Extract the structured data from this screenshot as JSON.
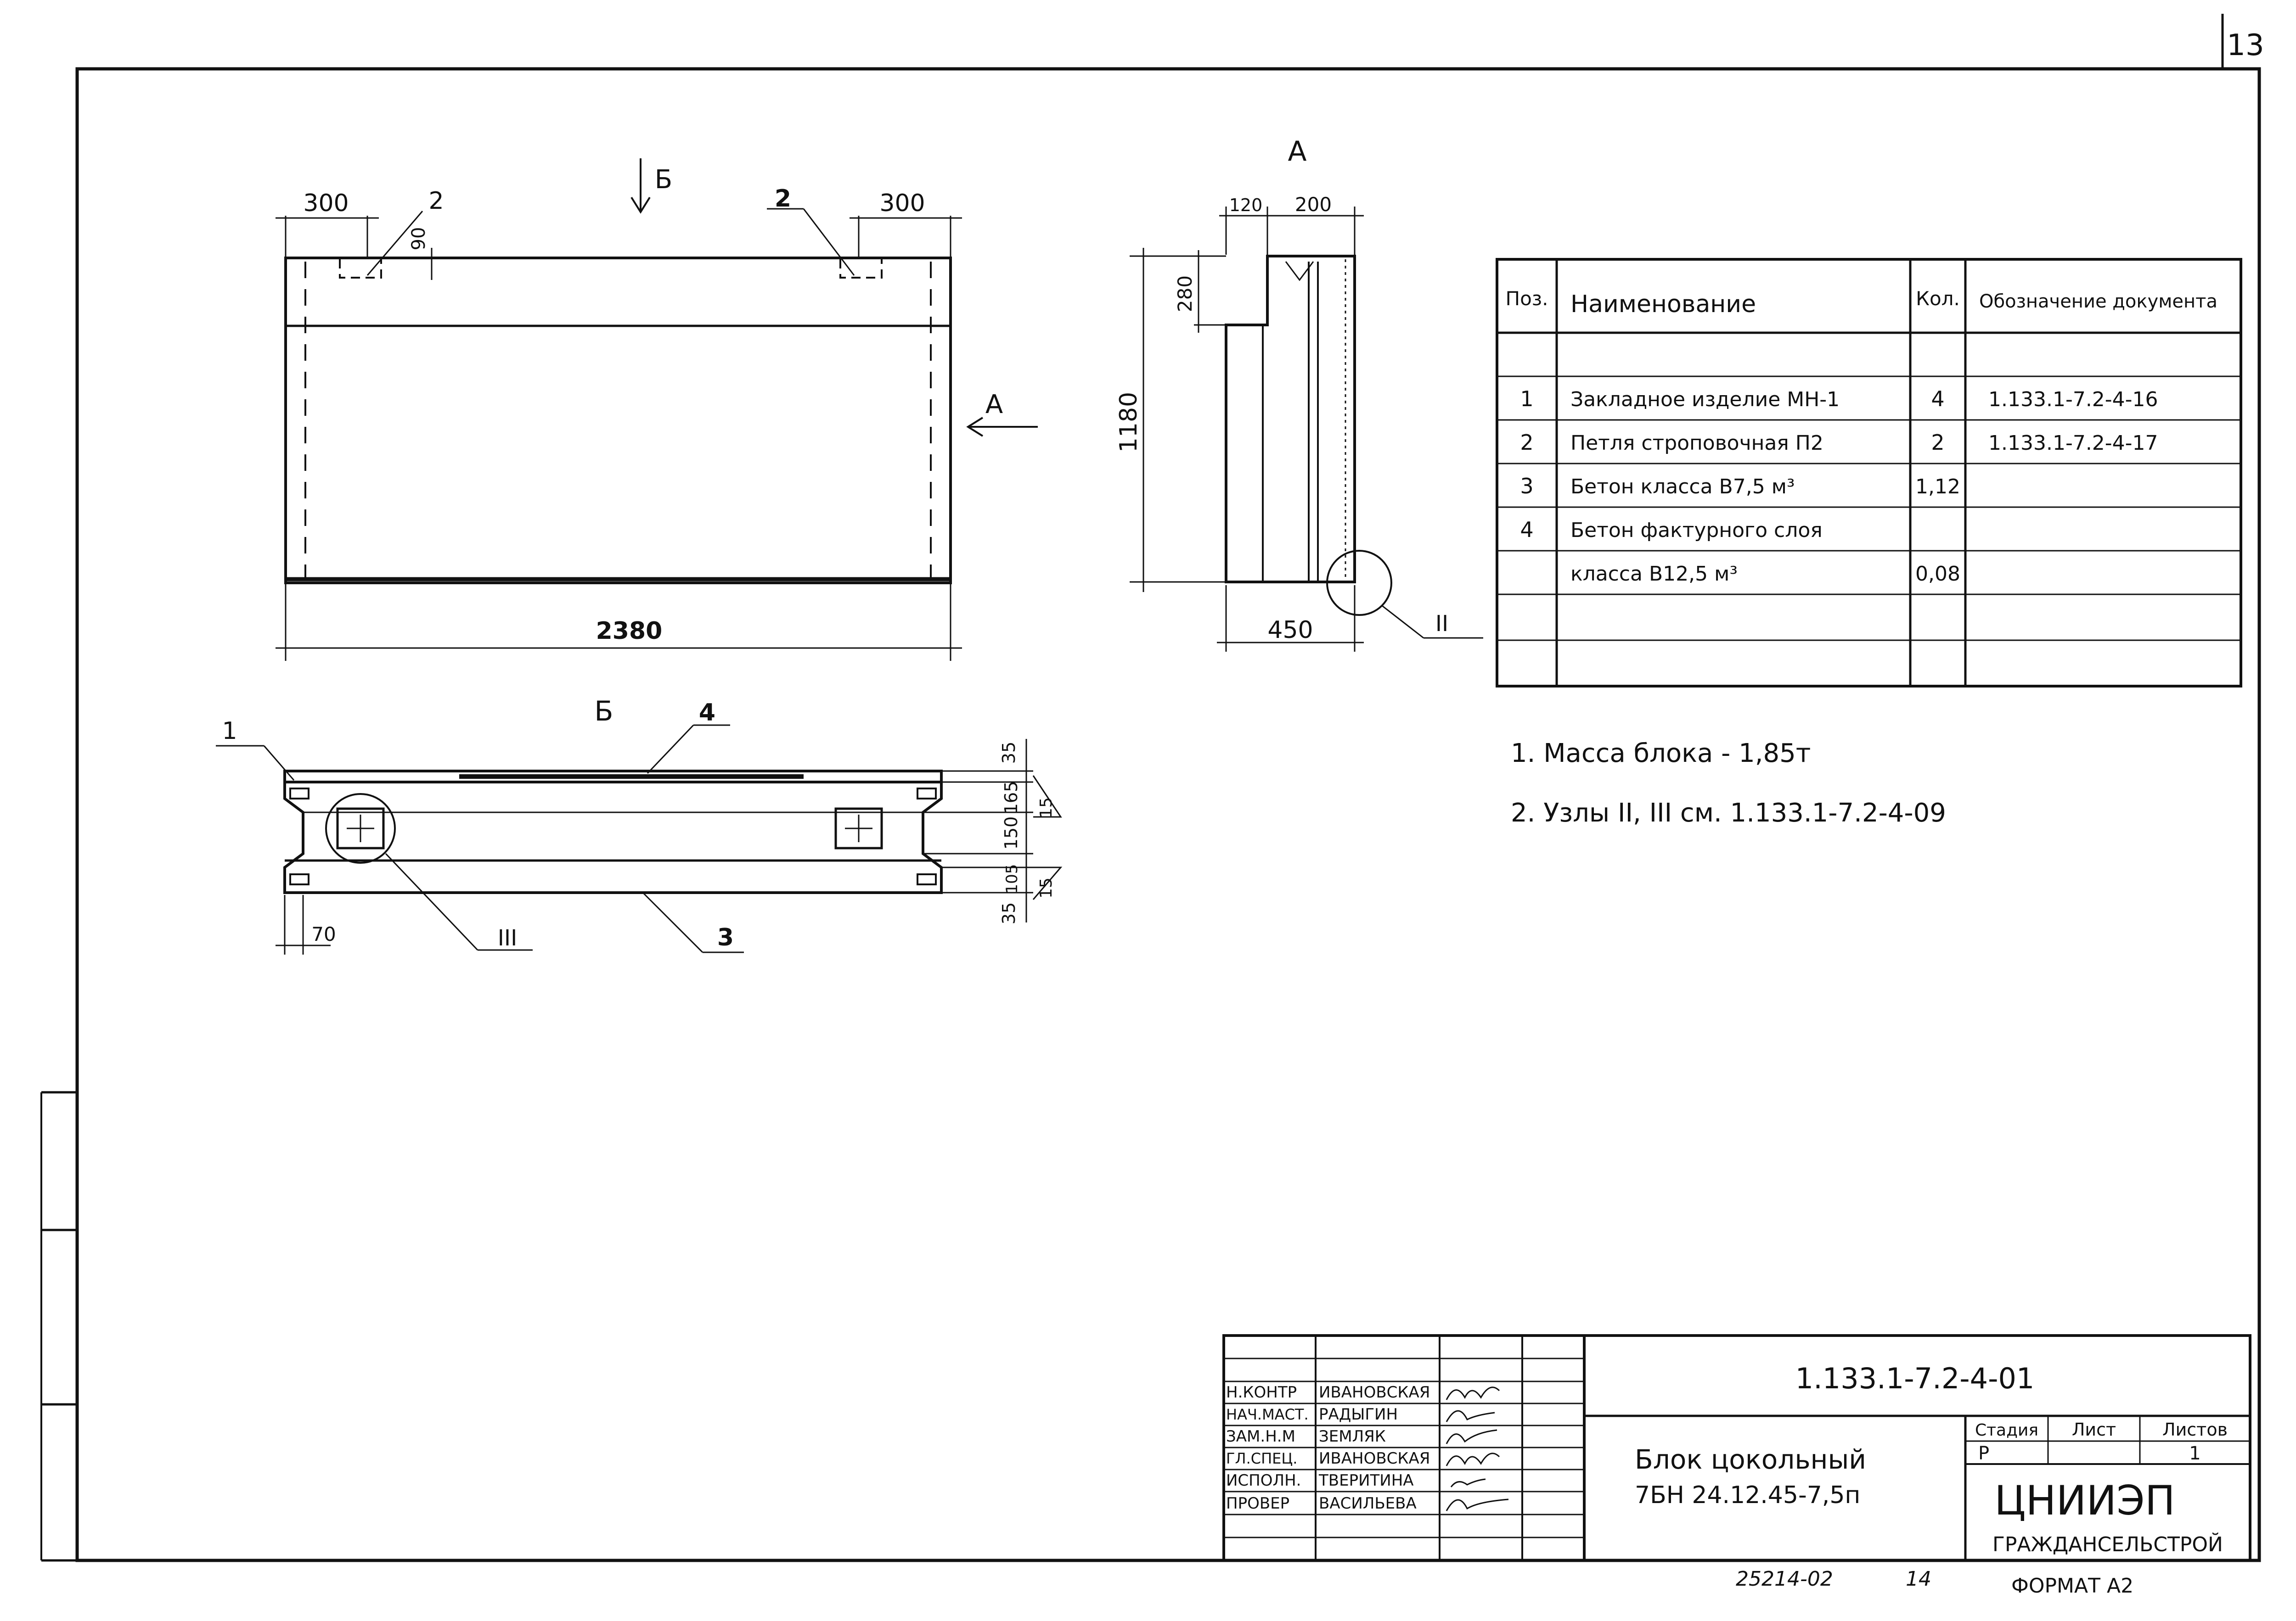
{
  "sheet": {
    "page_number": "13",
    "bottom_left_note": "25214-02",
    "bottom_mid_note": "14",
    "format": "ФОРМАТ А2"
  },
  "front_view": {
    "arrow_label": "Б",
    "dim_left": "300",
    "dim_right": "300",
    "dim_bottom": "2380",
    "dim_loop_depth": "90",
    "callout_loop_left": "2",
    "callout_loop_right": "2",
    "view_arrow_label": "А"
  },
  "side_view": {
    "title": "А",
    "dim_top_1": "120",
    "dim_top_2": "200",
    "dim_height": "1180",
    "dim_notch": "280",
    "dim_bottom": "450",
    "node_label": "II"
  },
  "plan_view": {
    "title": "Б",
    "callout_1": "1",
    "callout_3": "3",
    "callout_4": "4",
    "node_label": "III",
    "dim_70": "70",
    "dims_right": [
      "35",
      "165",
      "150",
      "105",
      "35"
    ],
    "dims_slope": [
      "15",
      "15"
    ]
  },
  "spec_table": {
    "headers": [
      "Поз.",
      "Наименование",
      "Кол.",
      "Обозначение документа"
    ],
    "rows": [
      {
        "pos": "",
        "name": "",
        "qty": "",
        "doc": ""
      },
      {
        "pos": "1",
        "name": "Закладное изделие МН-1",
        "qty": "4",
        "doc": "1.133.1-7.2-4-16"
      },
      {
        "pos": "2",
        "name": "Петля строповочная П2",
        "qty": "2",
        "doc": "1.133.1-7.2-4-17"
      },
      {
        "pos": "3",
        "name": "Бетон класса В7,5 м³",
        "qty": "1,12",
        "doc": ""
      },
      {
        "pos": "4",
        "name": "Бетон фактурного слоя",
        "qty": "",
        "doc": ""
      },
      {
        "pos": "",
        "name": "класса В12,5 м³",
        "qty": "0,08",
        "doc": ""
      },
      {
        "pos": "",
        "name": "",
        "qty": "",
        "doc": ""
      },
      {
        "pos": "",
        "name": "",
        "qty": "",
        "doc": ""
      }
    ]
  },
  "notes": [
    "1.   Масса блока - 1,85т",
    "2. Узлы II, III см. 1.133.1-7.2-4-09"
  ],
  "title_block": {
    "code": "1.133.1-7.2-4-01",
    "name_line1": "Блок цокольный",
    "name_line2": "7БН 24.12.45-7,5п",
    "stage_header": "Стадия",
    "sheet_header": "Лист",
    "sheets_header": "Листов",
    "stage": "Р",
    "sheets": "1",
    "org_main": "ЦНИИЭП",
    "org_sub": "ГРАЖДАНСЕЛЬСТРОЙ",
    "staff": [
      {
        "role": "Н.КОНТР",
        "name": "ИВАНОВСКАЯ"
      },
      {
        "role": "НАЧ.МАСТ.",
        "name": "РАДЫГИН"
      },
      {
        "role": "ЗАМ.Н.М",
        "name": "ЗЕМЛЯК"
      },
      {
        "role": "ГЛ.СПЕЦ.",
        "name": "ИВАНОВСКАЯ"
      },
      {
        "role": "ИСПОЛН.",
        "name": "ТВЕРИТИНА"
      },
      {
        "role": "ПРОВЕР",
        "name": "ВАСИЛЬЕВА"
      }
    ]
  }
}
